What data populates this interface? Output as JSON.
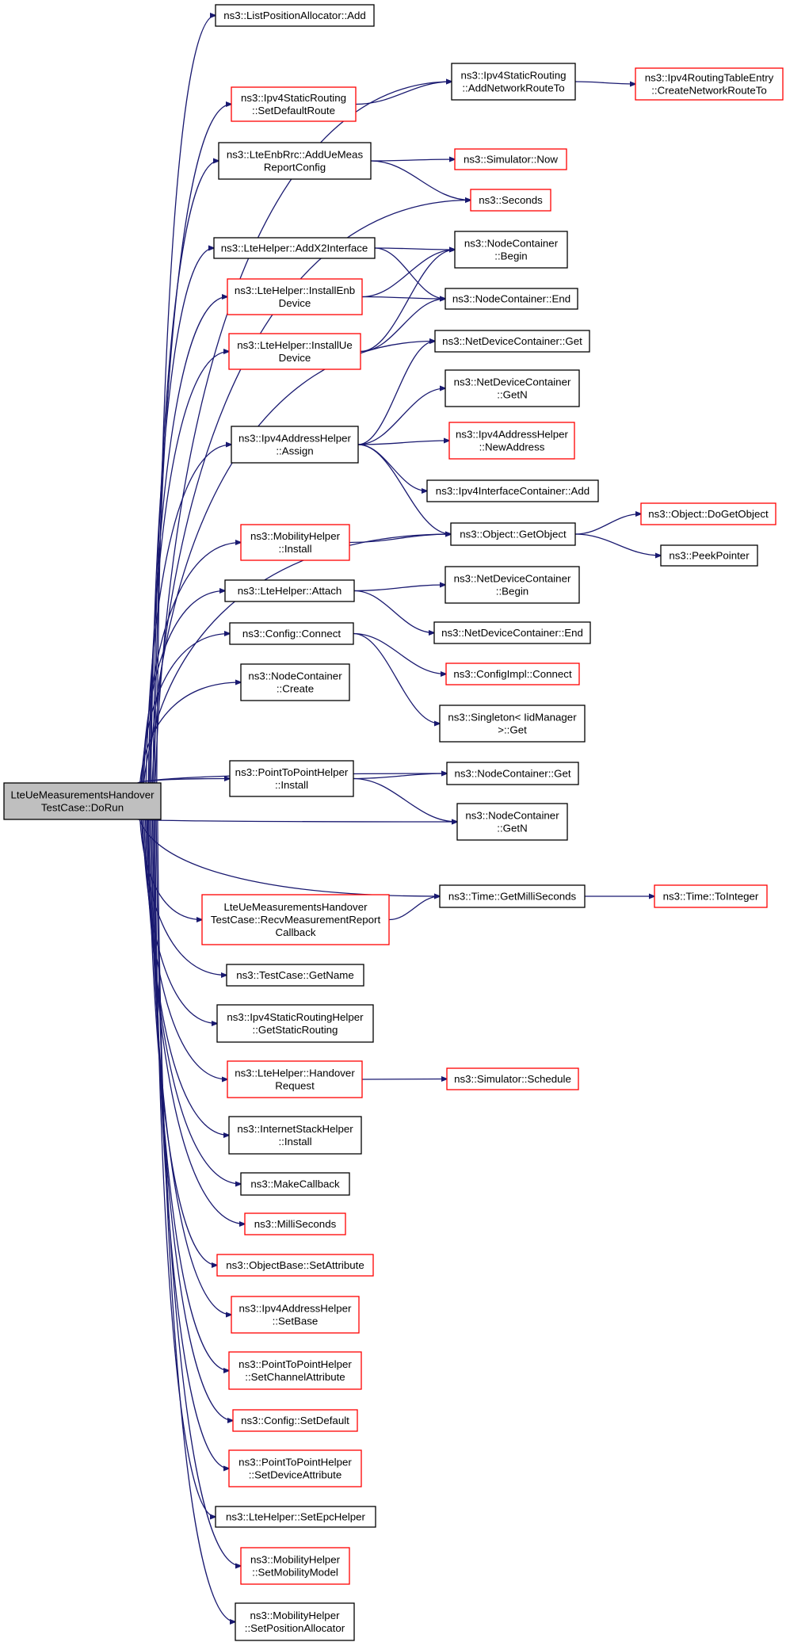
{
  "colors": {
    "edge": "#191970",
    "border_normal": "#000000",
    "border_truncated": "#ff0000",
    "root_fill": "#bfbfbf",
    "node_fill": "#ffffff"
  },
  "nodes": [
    {
      "id": "root",
      "lines": [
        "LteUeMeasurementsHandover",
        "TestCase::DoRun"
      ],
      "kind": "root"
    },
    {
      "id": "n1",
      "lines": [
        "ns3::ListPositionAllocator::Add"
      ],
      "kind": "normal"
    },
    {
      "id": "n2",
      "lines": [
        "ns3::Ipv4StaticRouting",
        "::AddNetworkRouteTo"
      ],
      "kind": "normal"
    },
    {
      "id": "n3",
      "lines": [
        "ns3::Ipv4RoutingTableEntry",
        "::CreateNetworkRouteTo"
      ],
      "kind": "truncated"
    },
    {
      "id": "n4",
      "lines": [
        "ns3::Ipv4StaticRouting",
        "::SetDefaultRoute"
      ],
      "kind": "truncated"
    },
    {
      "id": "n5",
      "lines": [
        "ns3::LteEnbRrc::AddUeMeas",
        "ReportConfig"
      ],
      "kind": "normal"
    },
    {
      "id": "n6",
      "lines": [
        "ns3::Simulator::Now"
      ],
      "kind": "truncated"
    },
    {
      "id": "n7",
      "lines": [
        "ns3::Seconds"
      ],
      "kind": "truncated"
    },
    {
      "id": "n8",
      "lines": [
        "ns3::LteHelper::AddX2Interface"
      ],
      "kind": "normal"
    },
    {
      "id": "n9",
      "lines": [
        "ns3::NodeContainer",
        "::Begin"
      ],
      "kind": "normal"
    },
    {
      "id": "n10",
      "lines": [
        "ns3::LteHelper::InstallEnb",
        "Device"
      ],
      "kind": "truncated"
    },
    {
      "id": "n11",
      "lines": [
        "ns3::NodeContainer::End"
      ],
      "kind": "normal"
    },
    {
      "id": "n12",
      "lines": [
        "ns3::LteHelper::InstallUe",
        "Device"
      ],
      "kind": "truncated"
    },
    {
      "id": "n13",
      "lines": [
        "ns3::NetDeviceContainer::Get"
      ],
      "kind": "normal"
    },
    {
      "id": "n14",
      "lines": [
        "ns3::NetDeviceContainer",
        "::GetN"
      ],
      "kind": "normal"
    },
    {
      "id": "n15",
      "lines": [
        "ns3::Ipv4AddressHelper",
        "::Assign"
      ],
      "kind": "normal"
    },
    {
      "id": "n16",
      "lines": [
        "ns3::Ipv4AddressHelper",
        "::NewAddress"
      ],
      "kind": "truncated"
    },
    {
      "id": "n17",
      "lines": [
        "ns3::Ipv4InterfaceContainer::Add"
      ],
      "kind": "normal"
    },
    {
      "id": "n18",
      "lines": [
        "ns3::Object::DoGetObject"
      ],
      "kind": "truncated"
    },
    {
      "id": "n19",
      "lines": [
        "ns3::MobilityHelper",
        "::Install"
      ],
      "kind": "truncated"
    },
    {
      "id": "n20",
      "lines": [
        "ns3::Object::GetObject"
      ],
      "kind": "normal"
    },
    {
      "id": "n21",
      "lines": [
        "ns3::PeekPointer"
      ],
      "kind": "normal"
    },
    {
      "id": "n22",
      "lines": [
        "ns3::NetDeviceContainer",
        "::Begin"
      ],
      "kind": "normal"
    },
    {
      "id": "n23",
      "lines": [
        "ns3::LteHelper::Attach"
      ],
      "kind": "normal"
    },
    {
      "id": "n24",
      "lines": [
        "ns3::NetDeviceContainer::End"
      ],
      "kind": "normal"
    },
    {
      "id": "n25",
      "lines": [
        "ns3::Config::Connect"
      ],
      "kind": "normal"
    },
    {
      "id": "n26",
      "lines": [
        "ns3::ConfigImpl::Connect"
      ],
      "kind": "truncated"
    },
    {
      "id": "n27",
      "lines": [
        "ns3::NodeContainer",
        "::Create"
      ],
      "kind": "normal"
    },
    {
      "id": "n28",
      "lines": [
        "ns3::Singleton< IidManager",
        ">::Get"
      ],
      "kind": "normal"
    },
    {
      "id": "n29",
      "lines": [
        "ns3::PointToPointHelper",
        "::Install"
      ],
      "kind": "normal"
    },
    {
      "id": "n30",
      "lines": [
        "ns3::NodeContainer::Get"
      ],
      "kind": "normal"
    },
    {
      "id": "n31",
      "lines": [
        "ns3::NodeContainer",
        "::GetN"
      ],
      "kind": "normal"
    },
    {
      "id": "n32",
      "lines": [
        "ns3::Time::GetMilliSeconds"
      ],
      "kind": "normal"
    },
    {
      "id": "n33",
      "lines": [
        "ns3::Time::ToInteger"
      ],
      "kind": "truncated"
    },
    {
      "id": "n34",
      "lines": [
        "LteUeMeasurementsHandover",
        "TestCase::RecvMeasurementReport",
        "Callback"
      ],
      "kind": "truncated"
    },
    {
      "id": "n35",
      "lines": [
        "ns3::TestCase::GetName"
      ],
      "kind": "normal"
    },
    {
      "id": "n36",
      "lines": [
        "ns3::Ipv4StaticRoutingHelper",
        "::GetStaticRouting"
      ],
      "kind": "normal"
    },
    {
      "id": "n37",
      "lines": [
        "ns3::LteHelper::Handover",
        "Request"
      ],
      "kind": "truncated"
    },
    {
      "id": "n38",
      "lines": [
        "ns3::Simulator::Schedule"
      ],
      "kind": "truncated"
    },
    {
      "id": "n39",
      "lines": [
        "ns3::InternetStackHelper",
        "::Install"
      ],
      "kind": "normal"
    },
    {
      "id": "n40",
      "lines": [
        "ns3::MakeCallback"
      ],
      "kind": "normal"
    },
    {
      "id": "n41",
      "lines": [
        "ns3::MilliSeconds"
      ],
      "kind": "truncated"
    },
    {
      "id": "n42",
      "lines": [
        "ns3::ObjectBase::SetAttribute"
      ],
      "kind": "truncated"
    },
    {
      "id": "n43",
      "lines": [
        "ns3::Ipv4AddressHelper",
        "::SetBase"
      ],
      "kind": "truncated"
    },
    {
      "id": "n44",
      "lines": [
        "ns3::PointToPointHelper",
        "::SetChannelAttribute"
      ],
      "kind": "truncated"
    },
    {
      "id": "n45",
      "lines": [
        "ns3::Config::SetDefault"
      ],
      "kind": "truncated"
    },
    {
      "id": "n46",
      "lines": [
        "ns3::PointToPointHelper",
        "::SetDeviceAttribute"
      ],
      "kind": "truncated"
    },
    {
      "id": "n47",
      "lines": [
        "ns3::LteHelper::SetEpcHelper"
      ],
      "kind": "normal"
    },
    {
      "id": "n48",
      "lines": [
        "ns3::MobilityHelper",
        "::SetMobilityModel"
      ],
      "kind": "truncated"
    },
    {
      "id": "n49",
      "lines": [
        "ns3::MobilityHelper",
        "::SetPositionAllocator"
      ],
      "kind": "normal"
    }
  ],
  "edges": [
    [
      "root",
      "n1"
    ],
    [
      "root",
      "n2"
    ],
    [
      "root",
      "n4"
    ],
    [
      "root",
      "n5"
    ],
    [
      "root",
      "n7"
    ],
    [
      "root",
      "n8"
    ],
    [
      "root",
      "n10"
    ],
    [
      "root",
      "n12"
    ],
    [
      "root",
      "n13"
    ],
    [
      "root",
      "n15"
    ],
    [
      "root",
      "n20"
    ],
    [
      "root",
      "n19"
    ],
    [
      "root",
      "n23"
    ],
    [
      "root",
      "n25"
    ],
    [
      "root",
      "n27"
    ],
    [
      "root",
      "n30"
    ],
    [
      "root",
      "n29"
    ],
    [
      "root",
      "n31"
    ],
    [
      "root",
      "n32"
    ],
    [
      "root",
      "n34"
    ],
    [
      "root",
      "n35"
    ],
    [
      "root",
      "n36"
    ],
    [
      "root",
      "n37"
    ],
    [
      "root",
      "n39"
    ],
    [
      "root",
      "n40"
    ],
    [
      "root",
      "n41"
    ],
    [
      "root",
      "n42"
    ],
    [
      "root",
      "n43"
    ],
    [
      "root",
      "n44"
    ],
    [
      "root",
      "n45"
    ],
    [
      "root",
      "n46"
    ],
    [
      "root",
      "n47"
    ],
    [
      "root",
      "n48"
    ],
    [
      "root",
      "n49"
    ],
    [
      "n2",
      "n3"
    ],
    [
      "n4",
      "n2"
    ],
    [
      "n5",
      "n6"
    ],
    [
      "n5",
      "n7"
    ],
    [
      "n8",
      "n9"
    ],
    [
      "n8",
      "n11"
    ],
    [
      "n10",
      "n9"
    ],
    [
      "n10",
      "n11"
    ],
    [
      "n12",
      "n9"
    ],
    [
      "n12",
      "n11"
    ],
    [
      "n15",
      "n13"
    ],
    [
      "n15",
      "n14"
    ],
    [
      "n15",
      "n16"
    ],
    [
      "n15",
      "n17"
    ],
    [
      "n15",
      "n20"
    ],
    [
      "n20",
      "n18"
    ],
    [
      "n20",
      "n21"
    ],
    [
      "n19",
      "n20"
    ],
    [
      "n23",
      "n22"
    ],
    [
      "n23",
      "n24"
    ],
    [
      "n25",
      "n26"
    ],
    [
      "n25",
      "n28"
    ],
    [
      "n29",
      "n30"
    ],
    [
      "n29",
      "n31"
    ],
    [
      "n32",
      "n33"
    ],
    [
      "n34",
      "n32"
    ],
    [
      "n37",
      "n38"
    ]
  ]
}
